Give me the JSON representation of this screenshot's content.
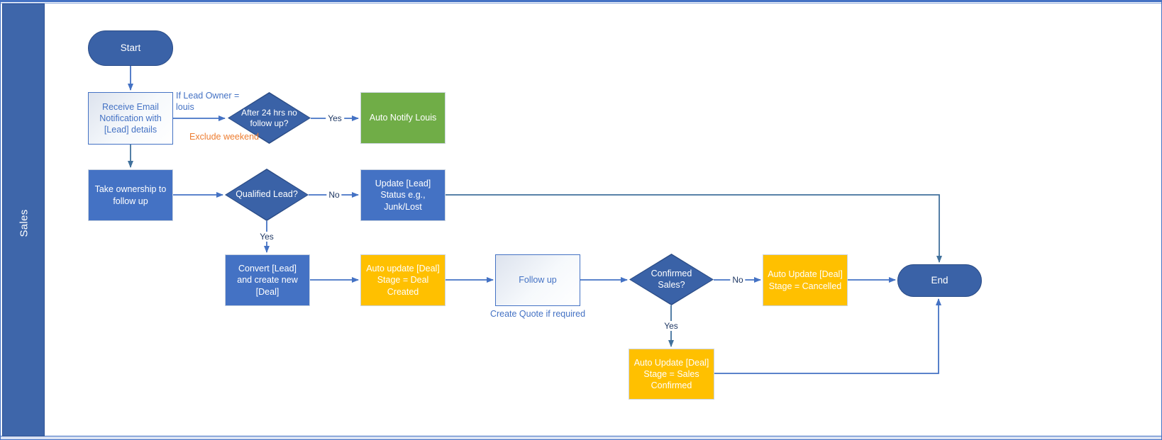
{
  "lane": {
    "label": "Sales"
  },
  "nodes": {
    "start": {
      "label": "Start",
      "type": "terminator"
    },
    "receive_email": {
      "label": "Receive Email Notification with [Lead] details",
      "type": "process"
    },
    "after_24hrs": {
      "label": "After 24 hrs no follow up?",
      "type": "decision"
    },
    "auto_notify": {
      "label": "Auto Notify Louis",
      "type": "process"
    },
    "take_ownership": {
      "label": "Take ownership to follow up",
      "type": "process"
    },
    "qualified_lead": {
      "label": "Qualified Lead?",
      "type": "decision"
    },
    "update_lead_status": {
      "label": "Update [Lead] Status e.g., Junk/Lost",
      "type": "process"
    },
    "convert_lead": {
      "label": "Convert [Lead] and create new [Deal]",
      "type": "process"
    },
    "stage_deal_created": {
      "label": "Auto update [Deal] Stage = Deal Created",
      "type": "process"
    },
    "follow_up": {
      "label": "Follow up",
      "type": "process"
    },
    "confirmed_sales": {
      "label": "Confirmed Sales?",
      "type": "decision"
    },
    "stage_cancelled": {
      "label": "Auto Update [Deal] Stage = Cancelled",
      "type": "process"
    },
    "stage_sales_confirmed": {
      "label": "Auto Update [Deal] Stage = Sales Confirmed",
      "type": "process"
    },
    "end": {
      "label": "End",
      "type": "terminator"
    }
  },
  "edges": [
    {
      "from": "start",
      "to": "receive_email",
      "label": ""
    },
    {
      "from": "receive_email",
      "to": "after_24hrs",
      "label": ""
    },
    {
      "from": "after_24hrs",
      "to": "auto_notify",
      "label": "Yes"
    },
    {
      "from": "receive_email",
      "to": "take_ownership",
      "label": ""
    },
    {
      "from": "take_ownership",
      "to": "qualified_lead",
      "label": ""
    },
    {
      "from": "qualified_lead",
      "to": "update_lead_status",
      "label": "No"
    },
    {
      "from": "qualified_lead",
      "to": "convert_lead",
      "label": "Yes"
    },
    {
      "from": "convert_lead",
      "to": "stage_deal_created",
      "label": ""
    },
    {
      "from": "stage_deal_created",
      "to": "follow_up",
      "label": ""
    },
    {
      "from": "follow_up",
      "to": "confirmed_sales",
      "label": ""
    },
    {
      "from": "confirmed_sales",
      "to": "stage_cancelled",
      "label": "No"
    },
    {
      "from": "stage_cancelled",
      "to": "end",
      "label": ""
    },
    {
      "from": "update_lead_status",
      "to": "end",
      "label": ""
    },
    {
      "from": "confirmed_sales",
      "to": "stage_sales_confirmed",
      "label": "Yes"
    },
    {
      "from": "stage_sales_confirmed",
      "to": "end",
      "label": ""
    }
  ],
  "annotations": {
    "lead_owner": "If Lead Owner = louis",
    "exclude_weekend": "Exclude weekend",
    "create_quote": "Create Quote if required"
  },
  "colors": {
    "dark_blue_shape": "#3A62A7",
    "dark_blue_border": "#2B4C86",
    "bright_blue": "#4472C4",
    "steel_connector": "#41719C",
    "green": "#70AD47",
    "amber": "#FFC000",
    "lane_bar": "#3E66AA",
    "lane_border": "#2F5496",
    "label_text": "#1F3864",
    "orange_text": "#ED7D31",
    "band_fill": "#D9E2F3"
  }
}
